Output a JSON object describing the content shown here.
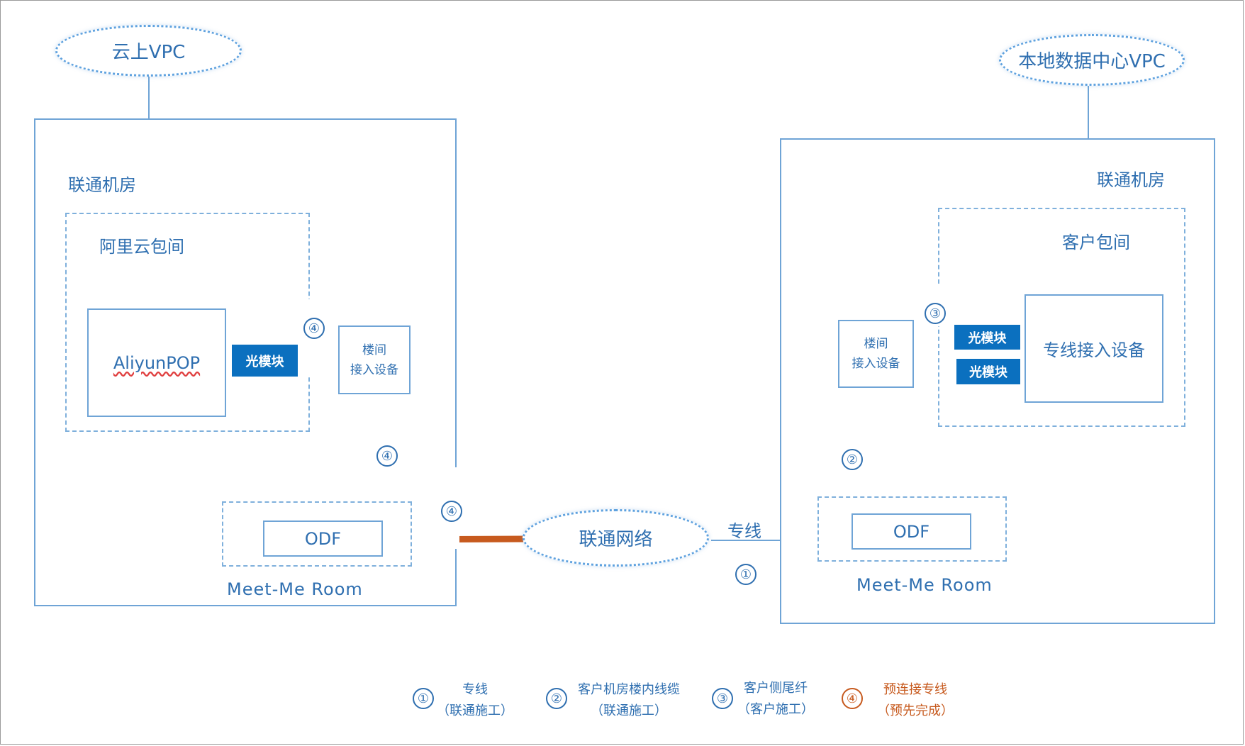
{
  "clouds": {
    "left_vpc": "云上VPC",
    "right_vpc": "本地数据中心VPC",
    "network": "联通网络"
  },
  "left": {
    "room_label": "联通机房",
    "suite_label": "阿里云包间",
    "pop_label": "AliyunPOP",
    "module_label": "光模块",
    "building_device": [
      "楼间",
      "接入设备"
    ],
    "odf_label": "ODF",
    "mmr_label": "Meet-Me Room"
  },
  "right": {
    "room_label": "联通机房",
    "suite_label": "客户包间",
    "device_label": "专线接入设备",
    "module_labels": [
      "光模块",
      "光模块"
    ],
    "building_device": [
      "楼间",
      "接入设备"
    ],
    "odf_label": "ODF",
    "mmr_label": "Meet-Me Room"
  },
  "link_label": "专线",
  "markers": {
    "m1": "①",
    "m2": "②",
    "m3": "③",
    "m4": "④"
  },
  "legend": [
    {
      "mark": "①",
      "line1": "专线",
      "line2": "（联通施工）",
      "color": "#2f6fb0"
    },
    {
      "mark": "②",
      "line1": "客户机房楼内线缆",
      "line2": "（联通施工）",
      "color": "#2f6fb0"
    },
    {
      "mark": "③",
      "line1": "客户侧尾纤",
      "line2": "（客户施工）",
      "color": "#2f6fb0"
    },
    {
      "mark": "④",
      "line1": "预连接专线",
      "line2": "（预先完成）",
      "color": "#c75a1e"
    }
  ],
  "colors": {
    "accent_blue": "#2f6fb0",
    "prewired_orange": "#c75a1e",
    "module_blue": "#0b70bf",
    "tail_fiber_purple": "#8a4fa8"
  }
}
